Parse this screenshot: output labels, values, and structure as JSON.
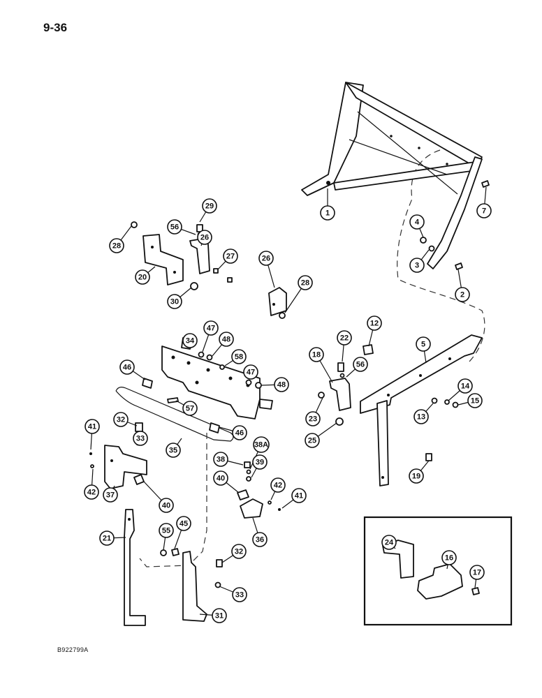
{
  "page_number": "9-36",
  "figure_code": "B922799A",
  "callouts": [
    "1",
    "2",
    "3",
    "4",
    "5",
    "7",
    "12",
    "13",
    "14",
    "15",
    "16",
    "17",
    "18",
    "19",
    "20",
    "21",
    "22",
    "23",
    "24",
    "25",
    "26",
    "26",
    "27",
    "28",
    "28",
    "29",
    "30",
    "31",
    "32",
    "32",
    "33",
    "33",
    "34",
    "35",
    "36",
    "37",
    "38",
    "38A",
    "39",
    "40",
    "40",
    "41",
    "41",
    "42",
    "42",
    "45",
    "46",
    "46",
    "47",
    "47",
    "48",
    "48",
    "55",
    "56",
    "56",
    "57",
    "58"
  ]
}
